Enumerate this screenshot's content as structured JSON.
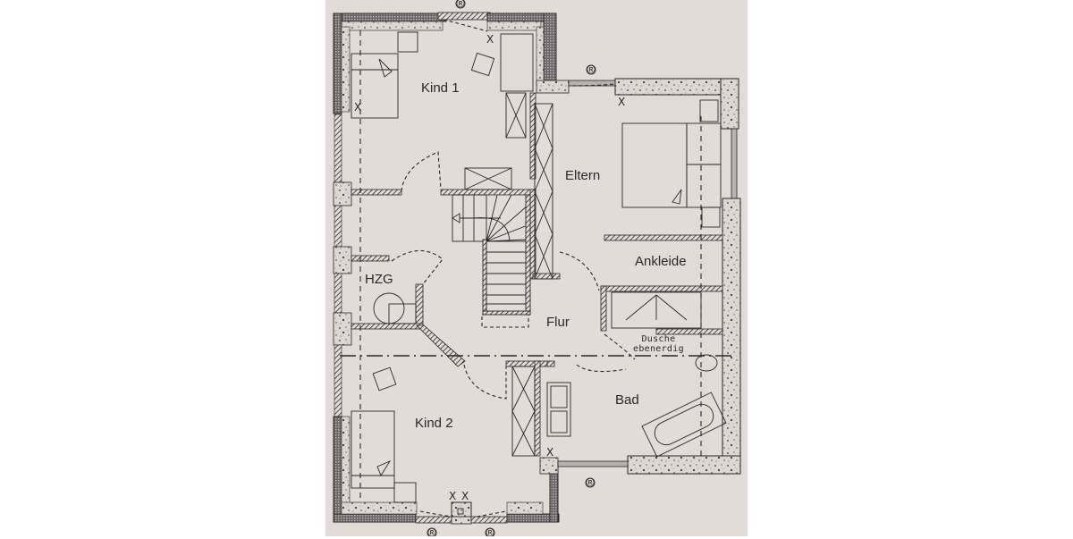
{
  "plan": {
    "rooms": [
      {
        "id": "kind1",
        "label": "Kind 1"
      },
      {
        "id": "eltern",
        "label": "Eltern"
      },
      {
        "id": "hzg",
        "label": "HZG"
      },
      {
        "id": "ankleide",
        "label": "Ankleide"
      },
      {
        "id": "flur",
        "label": "Flur"
      },
      {
        "id": "dusche",
        "label_line1": "Dusche",
        "label_line2": "ebenerdig"
      },
      {
        "id": "bad",
        "label": "Bad"
      },
      {
        "id": "kind2",
        "label": "Kind 2"
      }
    ],
    "symbols": {
      "window_marker": "®",
      "socket_marker": "X"
    },
    "colors": {
      "paper": "#e3dbd8",
      "background": "#ffffff",
      "ink": "#2a2628",
      "insulation": "#cfc8c4"
    }
  }
}
